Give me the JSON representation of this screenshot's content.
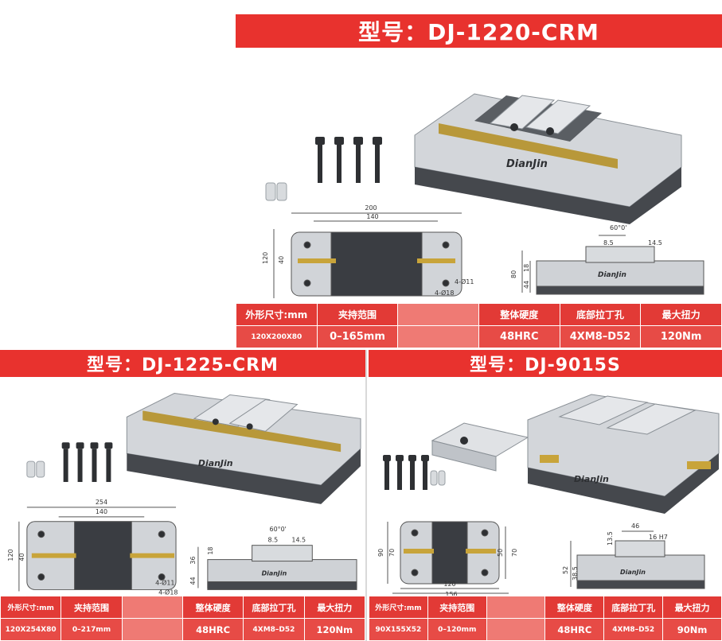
{
  "products": [
    {
      "id": "p1",
      "title": "型号：DJ-1220-CRM",
      "brand": "DianJin",
      "dims_top": {
        "overall": "200",
        "inner": "140",
        "height": "120",
        "inner_h": "40",
        "hole_a": "4-Ø11",
        "hole_b": "4-Ø18"
      },
      "dims_side": {
        "angle": "60°0'",
        "a": "8.5",
        "b": "14.5",
        "h1": "18",
        "h2": "44",
        "h3": "80"
      },
      "headers": [
        "外形尺寸:mm",
        "夹持范围",
        "",
        "整体硬度",
        "底部拉丁孔",
        "最大扭力"
      ],
      "values": [
        "120X200X80",
        "0–165mm",
        "",
        "48HRC",
        "4XM8–D52",
        "120Nm"
      ]
    },
    {
      "id": "p2",
      "title": "型号：DJ-1225-CRM",
      "brand": "DianJin",
      "dims_top": {
        "overall": "254",
        "inner": "140",
        "height": "120",
        "inner_h": "40",
        "hole_a": "4-Ø11",
        "hole_b": "4-Ø18"
      },
      "dims_side": {
        "angle": "60°0'",
        "a": "8.5",
        "b": "14.5",
        "h1": "18",
        "h2": "44",
        "h3": "36"
      },
      "headers": [
        "外形尺寸:mm",
        "夹持范围",
        "",
        "整体硬度",
        "底部拉丁孔",
        "最大扭力"
      ],
      "values": [
        "120X254X80",
        "0–217mm",
        "",
        "48HRC",
        "4XM8–D52",
        "120Nm"
      ]
    },
    {
      "id": "p3",
      "title": "型号：DJ-9015S",
      "brand": "DianJin",
      "dims_top": {
        "overall": "156",
        "inner": "120",
        "height": "90",
        "inner_h": "70",
        "mid": "50",
        "right": "70"
      },
      "dims_side": {
        "w": "46",
        "slot": "16 H7",
        "h1": "13.5",
        "h2": "52",
        "h3": "38.5"
      },
      "headers": [
        "外形尺寸:mm",
        "夹持范围",
        "",
        "整体硬度",
        "底部拉丁孔",
        "最大扭力"
      ],
      "values": [
        "90X155X52",
        "0–120mm",
        "",
        "48HRC",
        "4XM8–D52",
        "90Nm"
      ]
    }
  ],
  "colors": {
    "banner": "#e8322e",
    "table_hdr": "#e23a36",
    "table_val": "#e74b46",
    "steel": "#c9cdd2",
    "dark": "#3c3f44",
    "brass": "#c8a43a"
  }
}
